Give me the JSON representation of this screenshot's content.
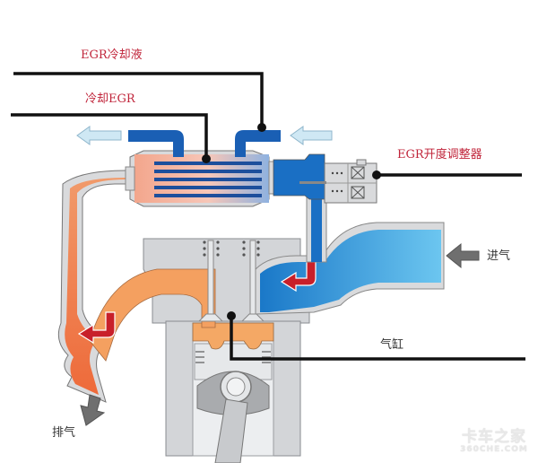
{
  "diagram": {
    "title": "EGR system schematic",
    "labels": {
      "egr_coolant": "EGR冷却液",
      "cooled_egr": "冷却EGR",
      "egr_valve": "EGR开度调整器",
      "intake": "进气",
      "cylinder": "气缸",
      "exhaust": "排气"
    },
    "watermark": {
      "line1": "卡车之家",
      "line2": "360CHE.COM"
    },
    "colors": {
      "label_red": "#c0243a",
      "label_dark": "#333333",
      "leader_line": "#111111",
      "coolant_blue": "#1a5fb4",
      "intake_blue": "#3aa0e0",
      "exhaust_orange": "#f07040",
      "chamber_orange": "#f4a865",
      "flow_arrow_red": "#c8202a",
      "flow_arrow_light_blue": "#cfe8f4",
      "gray_arrow": "#6f6f6f",
      "housing_gray": "#d3d5d8"
    }
  }
}
